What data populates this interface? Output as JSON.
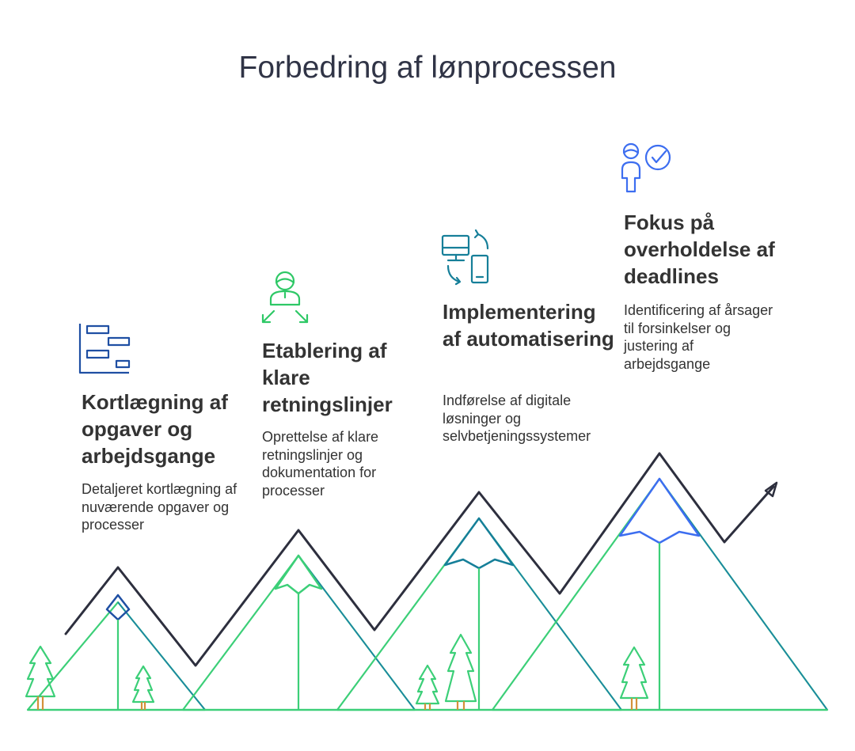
{
  "title": "Forbedring af lønprocessen",
  "stages": [
    {
      "heading": "Kortlægning af opgaver og arbejdsgange",
      "description": "Detaljeret kortlægning af nuværende opgaver og processer",
      "icon": "gantt-chart-icon"
    },
    {
      "heading": "Etablering af klare retningslinjer",
      "description": "Oprettelse af klare retningslinjer og dokumentation for processer",
      "icon": "person-directions-icon"
    },
    {
      "heading": "Implementering af automatisering",
      "description": "Indførelse af digitale løsninger og selvbetjeningssystemer",
      "icon": "device-sync-icon"
    },
    {
      "heading": "Fokus på overholdelse af deadlines",
      "description": "Identificering af årsager til forsinkelser og justering af arbejdsgange",
      "icon": "person-check-icon"
    }
  ],
  "colors": {
    "stage1": "#1f4fa3",
    "stage2": "#2ec866",
    "stage3": "#167f99",
    "stage4": "#3d6ef0",
    "green": "#3ccf78",
    "teal": "#1b7fa8",
    "dark": "#2d2f3e",
    "trunk": "#d4913a"
  }
}
